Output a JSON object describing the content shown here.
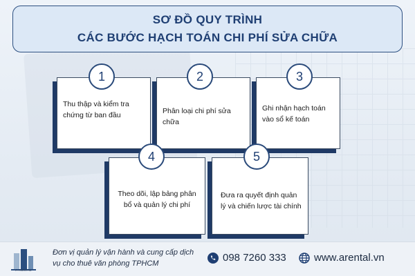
{
  "title": {
    "line1": "SƠ ĐỒ QUY TRÌNH",
    "line2": "CÁC BƯỚC HẠCH TOÁN CHI PHÍ SỬA CHỮA"
  },
  "steps": [
    {
      "number": "1",
      "text": "Thu thập và kiểm tra chứng từ ban đầu"
    },
    {
      "number": "2",
      "text": "Phân loại chi phí sửa chữa"
    },
    {
      "number": "3",
      "text": "Ghi nhận hạch toán vào sổ kế toán"
    },
    {
      "number": "4",
      "text": "Theo dõi, lập bảng phân bổ và quản lý chi phí"
    },
    {
      "number": "5",
      "text": "Đưa ra quyết định quản lý và chiến lược tài chính"
    }
  ],
  "footer": {
    "logo_text": "A-RENTAL",
    "description": "Đơn vị quản lý vận hành và cung cấp dịch vụ cho thuê văn phòng TPHCM",
    "phone": "098 7260 333",
    "website": "www.arental.vn"
  },
  "icons": {
    "phone": "phone-icon",
    "website": "globe-icon",
    "logo": "building-logo-icon"
  },
  "colors": {
    "accent": "#1f3f73",
    "title_bg": "#dce8f6",
    "box_shadow": "#1f3a66"
  }
}
